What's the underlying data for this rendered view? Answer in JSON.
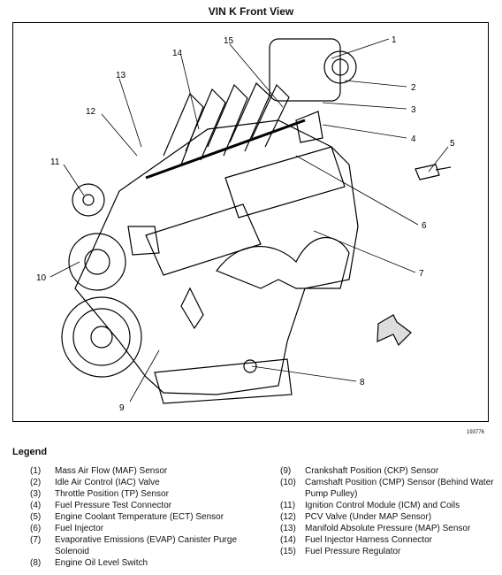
{
  "title": "VIN K Front View",
  "figure_id": "193776",
  "legend": {
    "heading": "Legend",
    "left": [
      {
        "num": "(1)",
        "text": "Mass Air Flow (MAF) Sensor"
      },
      {
        "num": "(2)",
        "text": "Idle Air Control (IAC) Valve"
      },
      {
        "num": "(3)",
        "text": "Throttle Position (TP) Sensor"
      },
      {
        "num": "(4)",
        "text": "Fuel Pressure Test Connector"
      },
      {
        "num": "(5)",
        "text": "Engine Coolant Temperature (ECT) Sensor"
      },
      {
        "num": "(6)",
        "text": "Fuel Injector"
      },
      {
        "num": "(7)",
        "text": "Evaporative Emissions (EVAP) Canister Purge Solenoid"
      },
      {
        "num": "(8)",
        "text": "Engine Oil Level Switch"
      }
    ],
    "right": [
      {
        "num": "(9)",
        "text": "Crankshaft Position (CKP) Sensor"
      },
      {
        "num": "(10)",
        "text": "Camshaft Position (CMP) Sensor (Behind Water Pump Pulley)"
      },
      {
        "num": "(11)",
        "text": "Ignition Control Module (ICM) and Coils"
      },
      {
        "num": "(12)",
        "text": "PCV Valve (Under MAP Sensor)"
      },
      {
        "num": "(13)",
        "text": "Manifold Absolute Pressure (MAP) Sensor"
      },
      {
        "num": "(14)",
        "text": "Fuel Injector Harness Connector"
      },
      {
        "num": "(15)",
        "text": "Fuel Pressure Regulator"
      }
    ]
  },
  "callouts": [
    "1",
    "2",
    "3",
    "4",
    "5",
    "6",
    "7",
    "8",
    "9",
    "10",
    "11",
    "12",
    "13",
    "14",
    "15"
  ]
}
